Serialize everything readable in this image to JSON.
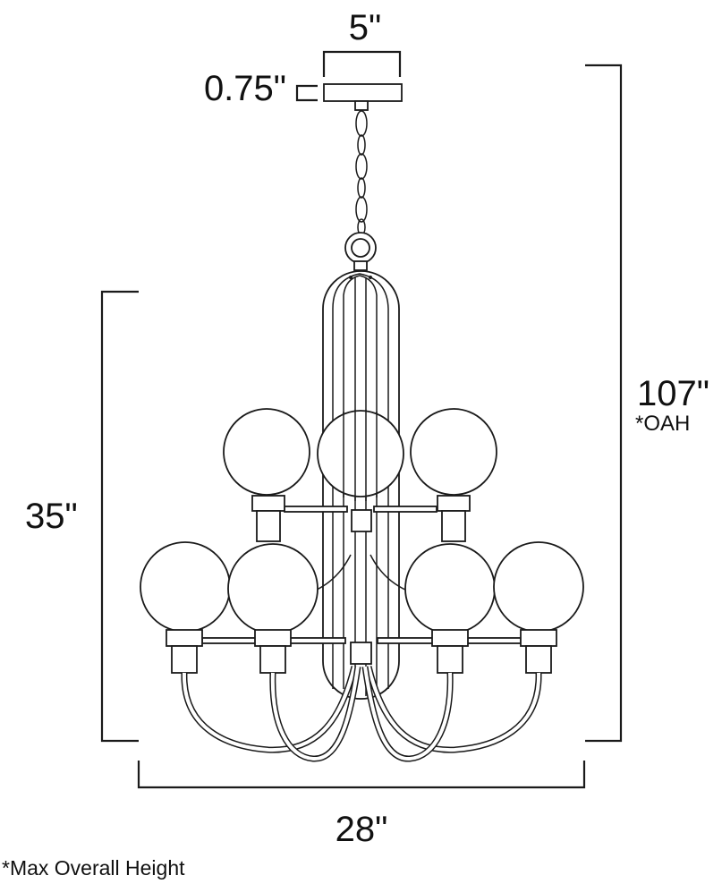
{
  "dimensions": {
    "canopy_width": "5\"",
    "canopy_height": "0.75\"",
    "overall_height": "107\"",
    "overall_height_note": "*OAH",
    "fixture_height": "35\"",
    "fixture_width": "28\""
  },
  "footnote": "*Max Overall Height"
}
